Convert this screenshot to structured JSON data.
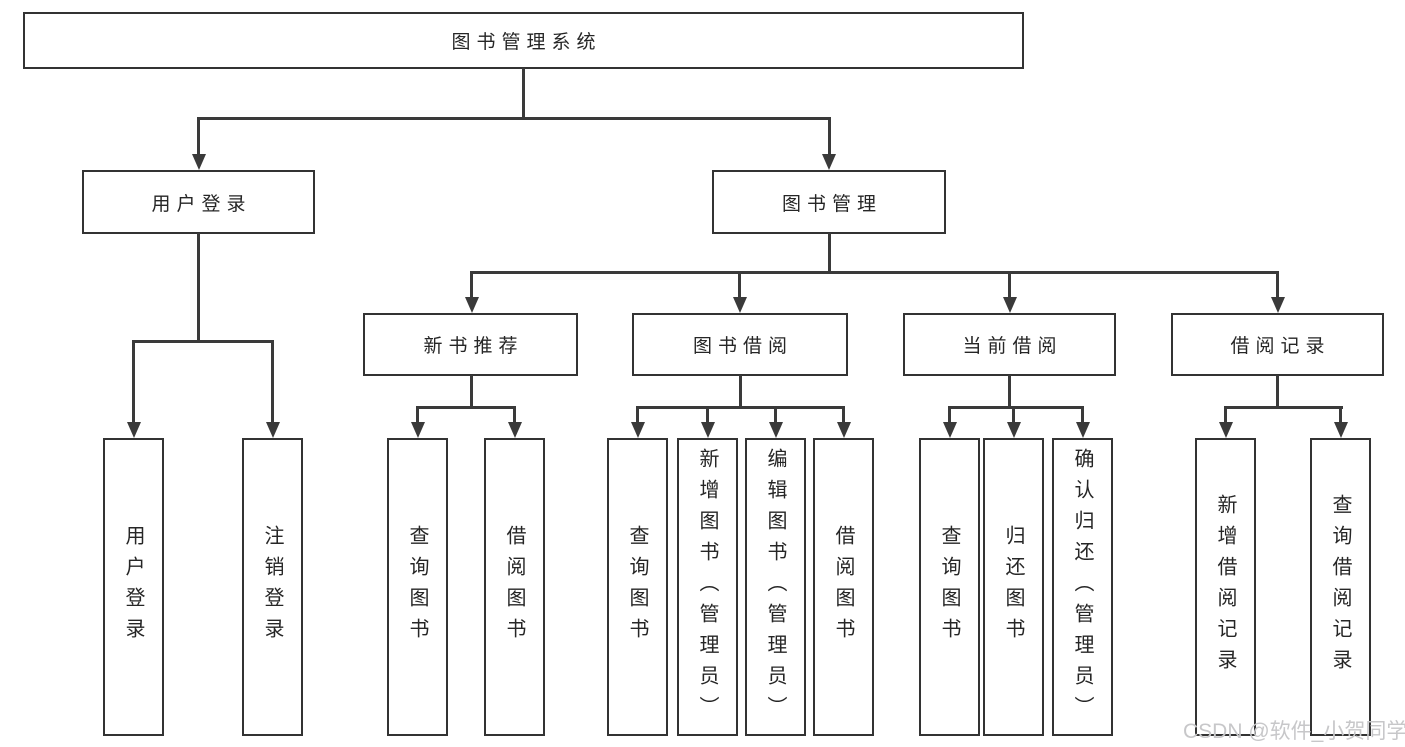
{
  "tree": {
    "root": {
      "label": "图书管理系统"
    },
    "branches": [
      {
        "label": "用户登录",
        "children": [
          {
            "label": "用户登录"
          },
          {
            "label": "注销登录"
          }
        ]
      },
      {
        "label": "图书管理",
        "children": [
          {
            "label": "新书推荐",
            "children": [
              {
                "label": "查询图书"
              },
              {
                "label": "借阅图书"
              }
            ]
          },
          {
            "label": "图书借阅",
            "children": [
              {
                "label": "查询图书"
              },
              {
                "label": "新增图书（管理员）"
              },
              {
                "label": "编辑图书（管理员）"
              },
              {
                "label": "借阅图书"
              }
            ]
          },
          {
            "label": "当前借阅",
            "children": [
              {
                "label": "查询图书"
              },
              {
                "label": "归还图书"
              },
              {
                "label": "确认归还（管理员）"
              }
            ]
          },
          {
            "label": "借阅记录",
            "children": [
              {
                "label": "新增借阅记录"
              },
              {
                "label": "查询借阅记录"
              }
            ]
          }
        ]
      }
    ]
  },
  "watermark": {
    "text": "CSDN @软件_小贺同学"
  },
  "colors": {
    "line": "#3a3a3a",
    "box_border": "#333333",
    "text": "#262626",
    "background": "#ffffff",
    "watermark": "#c7c7c9"
  }
}
